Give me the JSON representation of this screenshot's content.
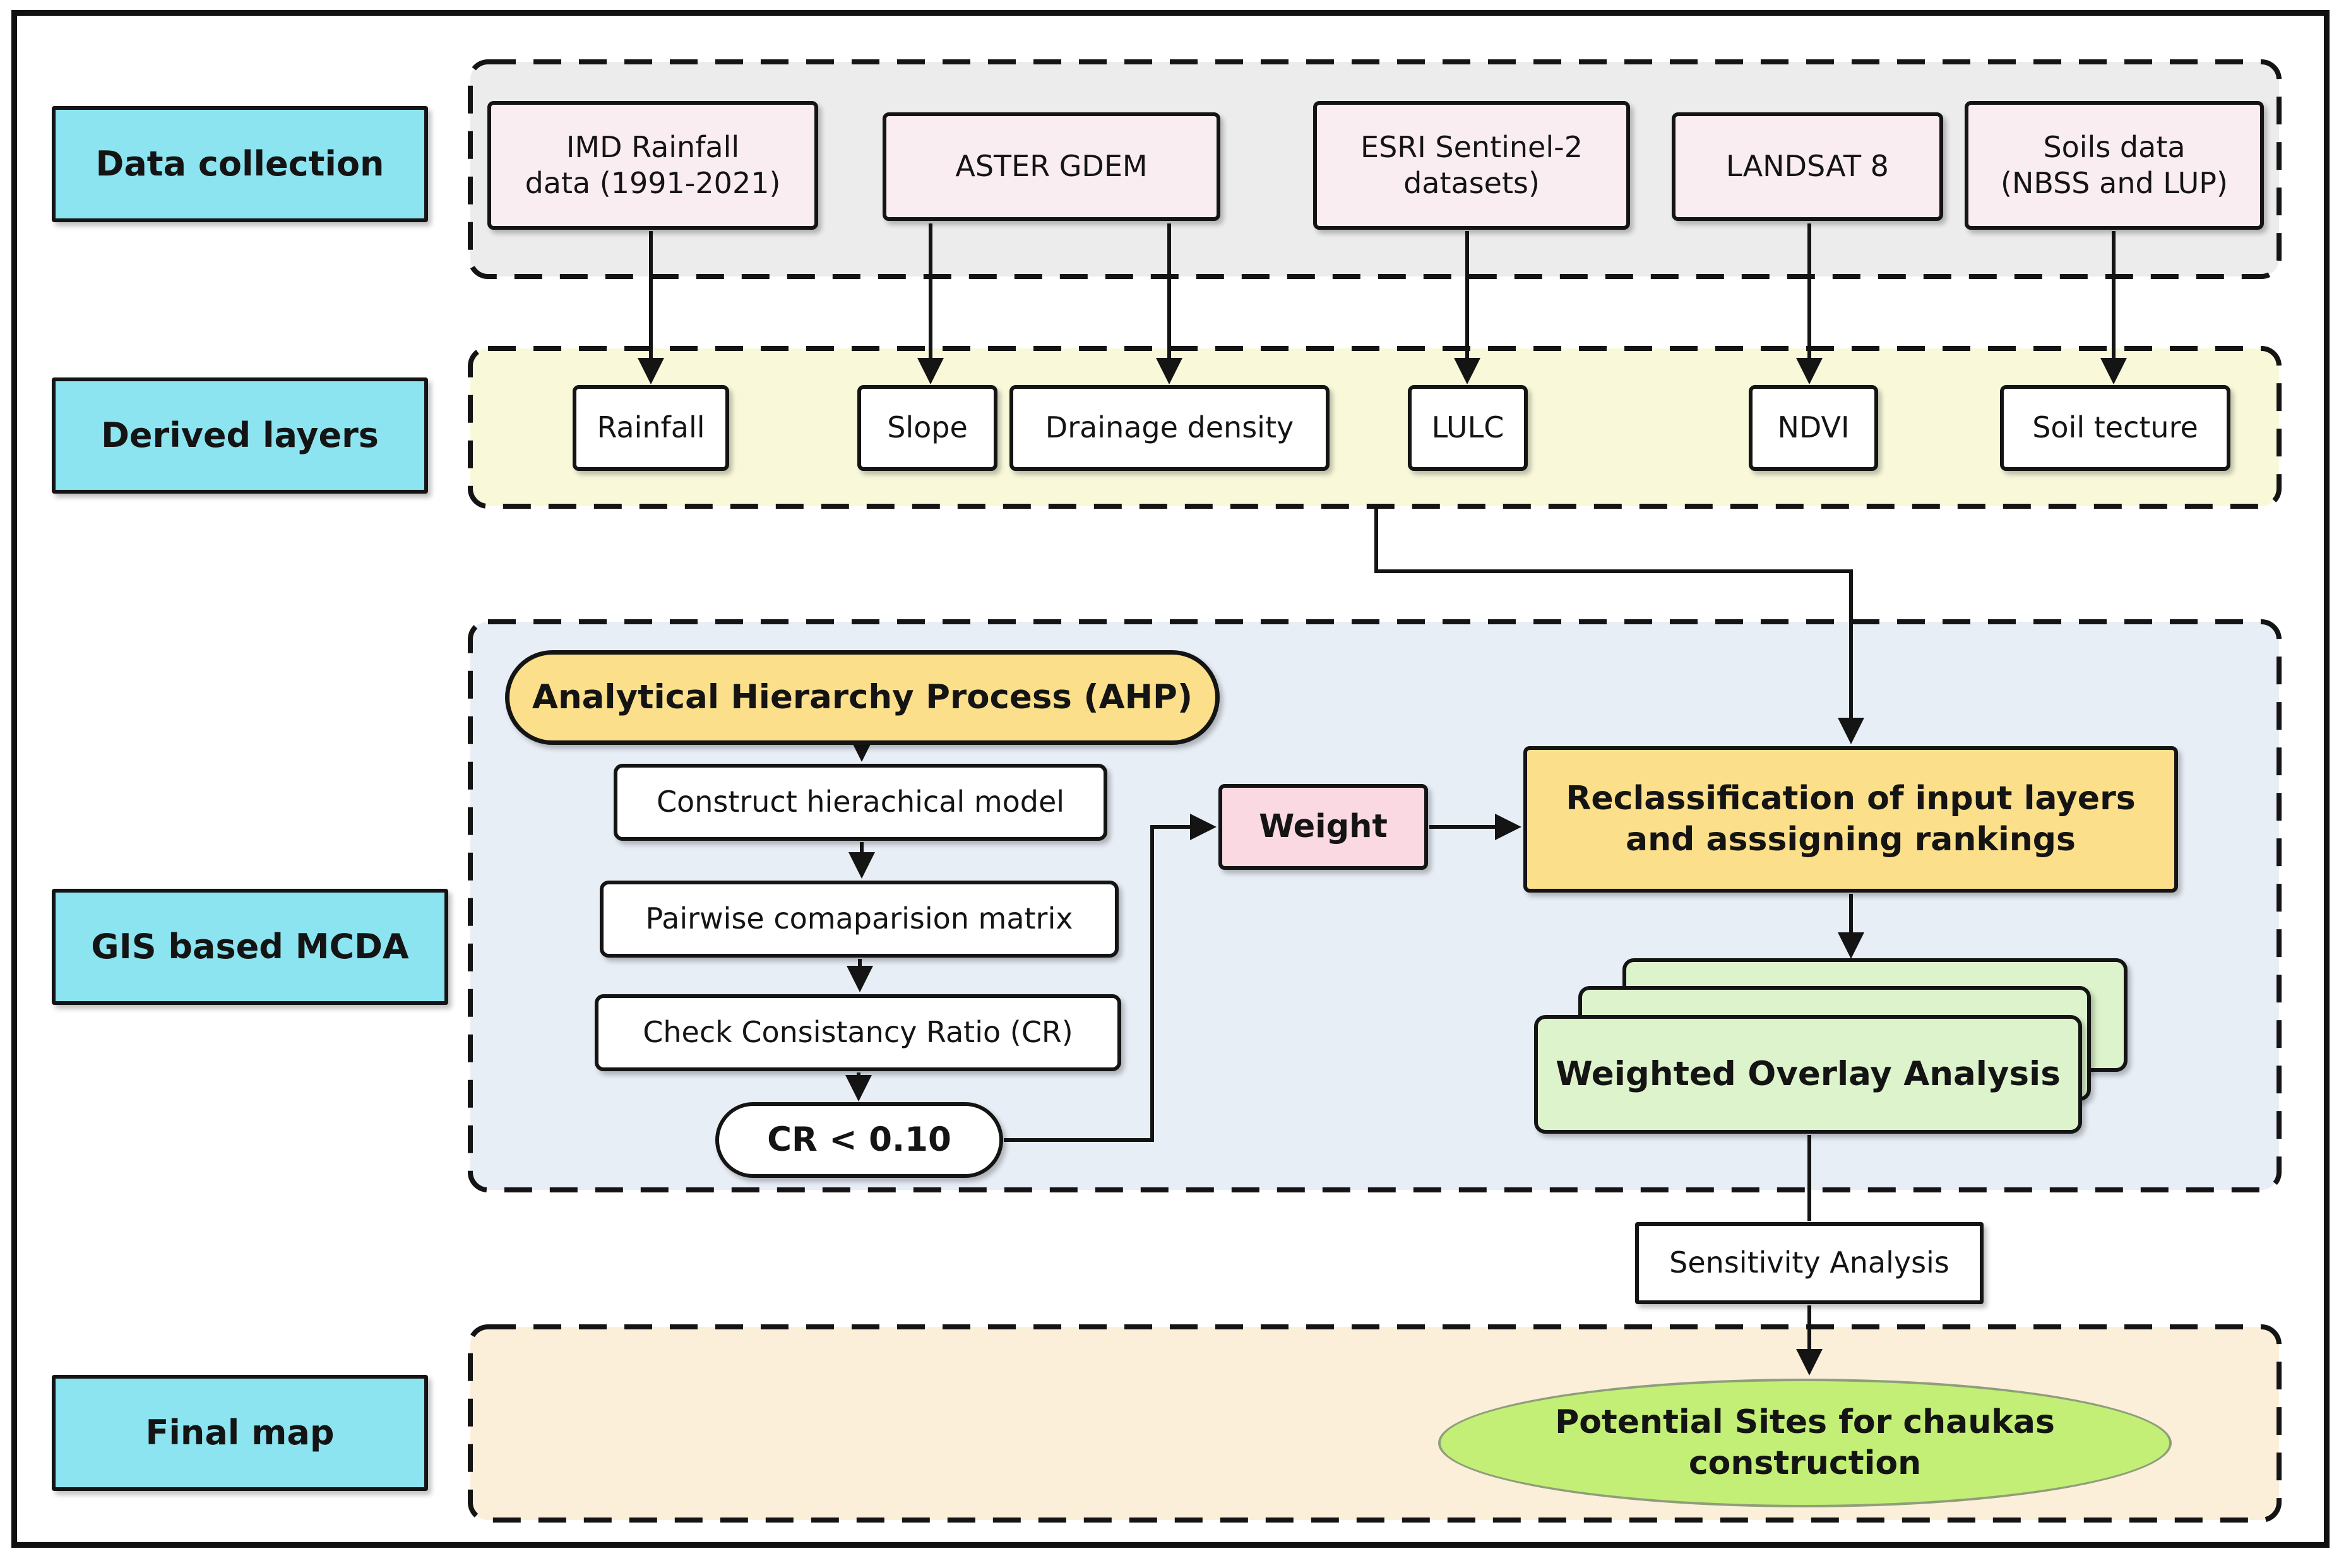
{
  "row_labels": {
    "data_collection": "Data collection",
    "derived_layers": "Derived layers",
    "gis_mcda": "GIS based MCDA",
    "final_map": "Final map"
  },
  "data_collection": {
    "sources": [
      {
        "label": "IMD Rainfall\ndata (1991-2021)"
      },
      {
        "label": "ASTER GDEM"
      },
      {
        "label": "ESRI Sentinel-2\ndatasets)"
      },
      {
        "label": "LANDSAT 8"
      },
      {
        "label": "Soils data\n(NBSS and LUP)"
      }
    ]
  },
  "derived_layers": {
    "items": [
      {
        "label": "Rainfall"
      },
      {
        "label": "Slope"
      },
      {
        "label": "Drainage density"
      },
      {
        "label": "LULC"
      },
      {
        "label": "NDVI"
      },
      {
        "label": "Soil tecture"
      }
    ]
  },
  "gis_mcda": {
    "ahp_title": "Analytical Hierarchy Process (AHP)",
    "steps": [
      {
        "label": "Construct hierachical model"
      },
      {
        "label": "Pairwise comaparision matrix"
      },
      {
        "label": "Check Consistancy Ratio (CR)"
      }
    ],
    "cr_check": "CR < 0.10",
    "weight": "Weight",
    "reclassification": "Reclassification of input layers\nand asssigning rankings",
    "weighted_overlay": "Weighted Overlay Analysis"
  },
  "sensitivity": "Sensitivity Analysis",
  "final_map": {
    "result": "Potential Sites for chaukas\nconstruction"
  },
  "colors": {
    "cyan": "#8ce4f0",
    "pink": "#faedf1",
    "gray": "#ececec",
    "cream": "#f9f9da",
    "blue": "#e8eef6",
    "peach": "#fcefda",
    "amber": "#fbdf8a",
    "rose": "#fbd9e2",
    "green": "#ddf3cb",
    "lime": "#c3ef76",
    "ink": "#141414"
  }
}
